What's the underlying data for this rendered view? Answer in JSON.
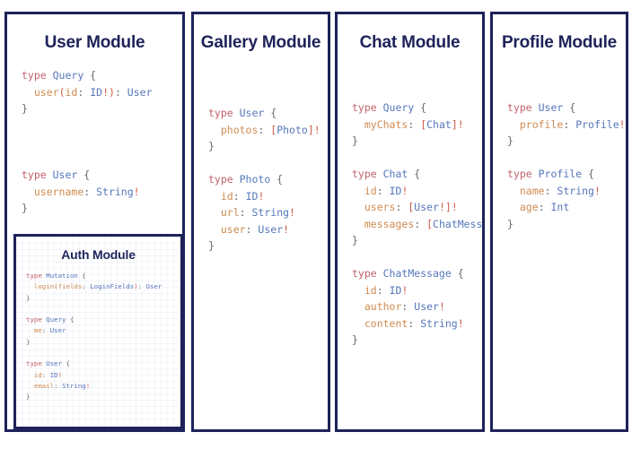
{
  "canvas": {
    "background": "#ffffff",
    "border_color": "#1e2259",
    "title_color": "#1e2259"
  },
  "palette": {
    "keyword": "#c2616c",
    "type_name": "#5577bb",
    "field_name": "#d08b50",
    "punctuation": "#6a6a6a",
    "bang": "#cc5b47"
  },
  "modules": {
    "user": {
      "title": "User Module",
      "blocks": [
        {
          "lines": [
            [
              {
                "t": "type ",
                "c": "kw"
              },
              {
                "t": "Query",
                "c": "type"
              },
              {
                "t": " {",
                "c": "punct"
              }
            ],
            [
              {
                "t": "  ",
                "c": "punct"
              },
              {
                "t": "user",
                "c": "field"
              },
              {
                "t": "(",
                "c": "bang"
              },
              {
                "t": "id",
                "c": "field"
              },
              {
                "t": ": ",
                "c": "punct"
              },
              {
                "t": "ID",
                "c": "type"
              },
              {
                "t": "!)",
                "c": "bang"
              },
              {
                "t": ": ",
                "c": "punct"
              },
              {
                "t": "User",
                "c": "type"
              }
            ],
            [
              {
                "t": "}",
                "c": "punct"
              }
            ]
          ]
        },
        {
          "lines": [
            [
              {
                "t": "",
                "c": "punct"
              }
            ],
            [
              {
                "t": "",
                "c": "punct"
              }
            ],
            [
              {
                "t": "type ",
                "c": "kw"
              },
              {
                "t": "User",
                "c": "type"
              },
              {
                "t": " {",
                "c": "punct"
              }
            ],
            [
              {
                "t": "  ",
                "c": "punct"
              },
              {
                "t": "username",
                "c": "field"
              },
              {
                "t": ": ",
                "c": "punct"
              },
              {
                "t": "String",
                "c": "type"
              },
              {
                "t": "!",
                "c": "bang"
              }
            ],
            [
              {
                "t": "}",
                "c": "punct"
              }
            ]
          ]
        }
      ]
    },
    "auth": {
      "title": "Auth Module",
      "blocks": [
        {
          "lines": [
            [
              {
                "t": "type ",
                "c": "kw"
              },
              {
                "t": "Mutation",
                "c": "type"
              },
              {
                "t": " {",
                "c": "punct"
              }
            ],
            [
              {
                "t": "  ",
                "c": "punct"
              },
              {
                "t": "login",
                "c": "field"
              },
              {
                "t": "(",
                "c": "bang"
              },
              {
                "t": "fields",
                "c": "field"
              },
              {
                "t": ": ",
                "c": "punct"
              },
              {
                "t": "LoginFields",
                "c": "type"
              },
              {
                "t": ")",
                "c": "bang"
              },
              {
                "t": ": ",
                "c": "punct"
              },
              {
                "t": "User",
                "c": "type"
              }
            ],
            [
              {
                "t": "}",
                "c": "punct"
              }
            ],
            [
              {
                "t": "",
                "c": "punct"
              }
            ],
            [
              {
                "t": "type ",
                "c": "kw"
              },
              {
                "t": "Query",
                "c": "type"
              },
              {
                "t": " {",
                "c": "punct"
              }
            ],
            [
              {
                "t": "  ",
                "c": "punct"
              },
              {
                "t": "me",
                "c": "field"
              },
              {
                "t": ": ",
                "c": "punct"
              },
              {
                "t": "User",
                "c": "type"
              }
            ],
            [
              {
                "t": "}",
                "c": "punct"
              }
            ],
            [
              {
                "t": "",
                "c": "punct"
              }
            ],
            [
              {
                "t": "type ",
                "c": "kw"
              },
              {
                "t": "User",
                "c": "type"
              },
              {
                "t": " {",
                "c": "punct"
              }
            ],
            [
              {
                "t": "  ",
                "c": "punct"
              },
              {
                "t": "id",
                "c": "field"
              },
              {
                "t": ": ",
                "c": "punct"
              },
              {
                "t": "ID",
                "c": "type"
              },
              {
                "t": "!",
                "c": "bang"
              }
            ],
            [
              {
                "t": "  ",
                "c": "punct"
              },
              {
                "t": "email",
                "c": "field"
              },
              {
                "t": ": ",
                "c": "punct"
              },
              {
                "t": "String",
                "c": "type"
              },
              {
                "t": "!",
                "c": "bang"
              }
            ],
            [
              {
                "t": "}",
                "c": "punct"
              }
            ]
          ]
        }
      ]
    },
    "gallery": {
      "title": "Gallery Module",
      "blocks": [
        {
          "lines": [
            [
              {
                "t": "type ",
                "c": "kw"
              },
              {
                "t": "User",
                "c": "type"
              },
              {
                "t": " {",
                "c": "punct"
              }
            ],
            [
              {
                "t": "  ",
                "c": "punct"
              },
              {
                "t": "photos",
                "c": "field"
              },
              {
                "t": ": ",
                "c": "punct"
              },
              {
                "t": "[",
                "c": "bang"
              },
              {
                "t": "Photo",
                "c": "type"
              },
              {
                "t": "]!",
                "c": "bang"
              }
            ],
            [
              {
                "t": "}",
                "c": "punct"
              }
            ],
            [
              {
                "t": "",
                "c": "punct"
              }
            ],
            [
              {
                "t": "type ",
                "c": "kw"
              },
              {
                "t": "Photo",
                "c": "type"
              },
              {
                "t": " {",
                "c": "punct"
              }
            ],
            [
              {
                "t": "  ",
                "c": "punct"
              },
              {
                "t": "id",
                "c": "field"
              },
              {
                "t": ": ",
                "c": "punct"
              },
              {
                "t": "ID",
                "c": "type"
              },
              {
                "t": "!",
                "c": "bang"
              }
            ],
            [
              {
                "t": "  ",
                "c": "punct"
              },
              {
                "t": "url",
                "c": "field"
              },
              {
                "t": ": ",
                "c": "punct"
              },
              {
                "t": "String",
                "c": "type"
              },
              {
                "t": "!",
                "c": "bang"
              }
            ],
            [
              {
                "t": "  ",
                "c": "punct"
              },
              {
                "t": "user",
                "c": "field"
              },
              {
                "t": ": ",
                "c": "punct"
              },
              {
                "t": "User",
                "c": "type"
              },
              {
                "t": "!",
                "c": "bang"
              }
            ],
            [
              {
                "t": "}",
                "c": "punct"
              }
            ]
          ]
        }
      ]
    },
    "chat": {
      "title": "Chat Module",
      "blocks": [
        {
          "lines": [
            [
              {
                "t": "type ",
                "c": "kw"
              },
              {
                "t": "Query",
                "c": "type"
              },
              {
                "t": " {",
                "c": "punct"
              }
            ],
            [
              {
                "t": "  ",
                "c": "punct"
              },
              {
                "t": "myChats",
                "c": "field"
              },
              {
                "t": ": ",
                "c": "punct"
              },
              {
                "t": "[",
                "c": "bang"
              },
              {
                "t": "Chat",
                "c": "type"
              },
              {
                "t": "]!",
                "c": "bang"
              }
            ],
            [
              {
                "t": "}",
                "c": "punct"
              }
            ],
            [
              {
                "t": "",
                "c": "punct"
              }
            ],
            [
              {
                "t": "type ",
                "c": "kw"
              },
              {
                "t": "Chat",
                "c": "type"
              },
              {
                "t": " {",
                "c": "punct"
              }
            ],
            [
              {
                "t": "  ",
                "c": "punct"
              },
              {
                "t": "id",
                "c": "field"
              },
              {
                "t": ": ",
                "c": "punct"
              },
              {
                "t": "ID",
                "c": "type"
              },
              {
                "t": "!",
                "c": "bang"
              }
            ],
            [
              {
                "t": "  ",
                "c": "punct"
              },
              {
                "t": "users",
                "c": "field"
              },
              {
                "t": ": ",
                "c": "punct"
              },
              {
                "t": "[",
                "c": "bang"
              },
              {
                "t": "User",
                "c": "type"
              },
              {
                "t": "!]!",
                "c": "bang"
              }
            ],
            [
              {
                "t": "  ",
                "c": "punct"
              },
              {
                "t": "messages",
                "c": "field"
              },
              {
                "t": ": ",
                "c": "punct"
              },
              {
                "t": "[",
                "c": "bang"
              },
              {
                "t": "ChatMessage",
                "c": "type"
              },
              {
                "t": "]!",
                "c": "bang"
              }
            ],
            [
              {
                "t": "}",
                "c": "punct"
              }
            ],
            [
              {
                "t": "",
                "c": "punct"
              }
            ],
            [
              {
                "t": "type ",
                "c": "kw"
              },
              {
                "t": "ChatMessage",
                "c": "type"
              },
              {
                "t": " {",
                "c": "punct"
              }
            ],
            [
              {
                "t": "  ",
                "c": "punct"
              },
              {
                "t": "id",
                "c": "field"
              },
              {
                "t": ": ",
                "c": "punct"
              },
              {
                "t": "ID",
                "c": "type"
              },
              {
                "t": "!",
                "c": "bang"
              }
            ],
            [
              {
                "t": "  ",
                "c": "punct"
              },
              {
                "t": "author",
                "c": "field"
              },
              {
                "t": ": ",
                "c": "punct"
              },
              {
                "t": "User",
                "c": "type"
              },
              {
                "t": "!",
                "c": "bang"
              }
            ],
            [
              {
                "t": "  ",
                "c": "punct"
              },
              {
                "t": "content",
                "c": "field"
              },
              {
                "t": ": ",
                "c": "punct"
              },
              {
                "t": "String",
                "c": "type"
              },
              {
                "t": "!",
                "c": "bang"
              }
            ],
            [
              {
                "t": "}",
                "c": "punct"
              }
            ]
          ]
        }
      ]
    },
    "profile": {
      "title": "Profile Module",
      "blocks": [
        {
          "lines": [
            [
              {
                "t": "type ",
                "c": "kw"
              },
              {
                "t": "User",
                "c": "type"
              },
              {
                "t": " {",
                "c": "punct"
              }
            ],
            [
              {
                "t": "  ",
                "c": "punct"
              },
              {
                "t": "profile",
                "c": "field"
              },
              {
                "t": ": ",
                "c": "punct"
              },
              {
                "t": "Profile",
                "c": "type"
              },
              {
                "t": "!",
                "c": "bang"
              }
            ],
            [
              {
                "t": "}",
                "c": "punct"
              }
            ],
            [
              {
                "t": "",
                "c": "punct"
              }
            ],
            [
              {
                "t": "type ",
                "c": "kw"
              },
              {
                "t": "Profile",
                "c": "type"
              },
              {
                "t": " {",
                "c": "punct"
              }
            ],
            [
              {
                "t": "  ",
                "c": "punct"
              },
              {
                "t": "name",
                "c": "field"
              },
              {
                "t": ": ",
                "c": "punct"
              },
              {
                "t": "String",
                "c": "type"
              },
              {
                "t": "!",
                "c": "bang"
              }
            ],
            [
              {
                "t": "  ",
                "c": "punct"
              },
              {
                "t": "age",
                "c": "field"
              },
              {
                "t": ": ",
                "c": "punct"
              },
              {
                "t": "Int",
                "c": "type"
              }
            ],
            [
              {
                "t": "}",
                "c": "punct"
              }
            ]
          ]
        }
      ]
    }
  }
}
